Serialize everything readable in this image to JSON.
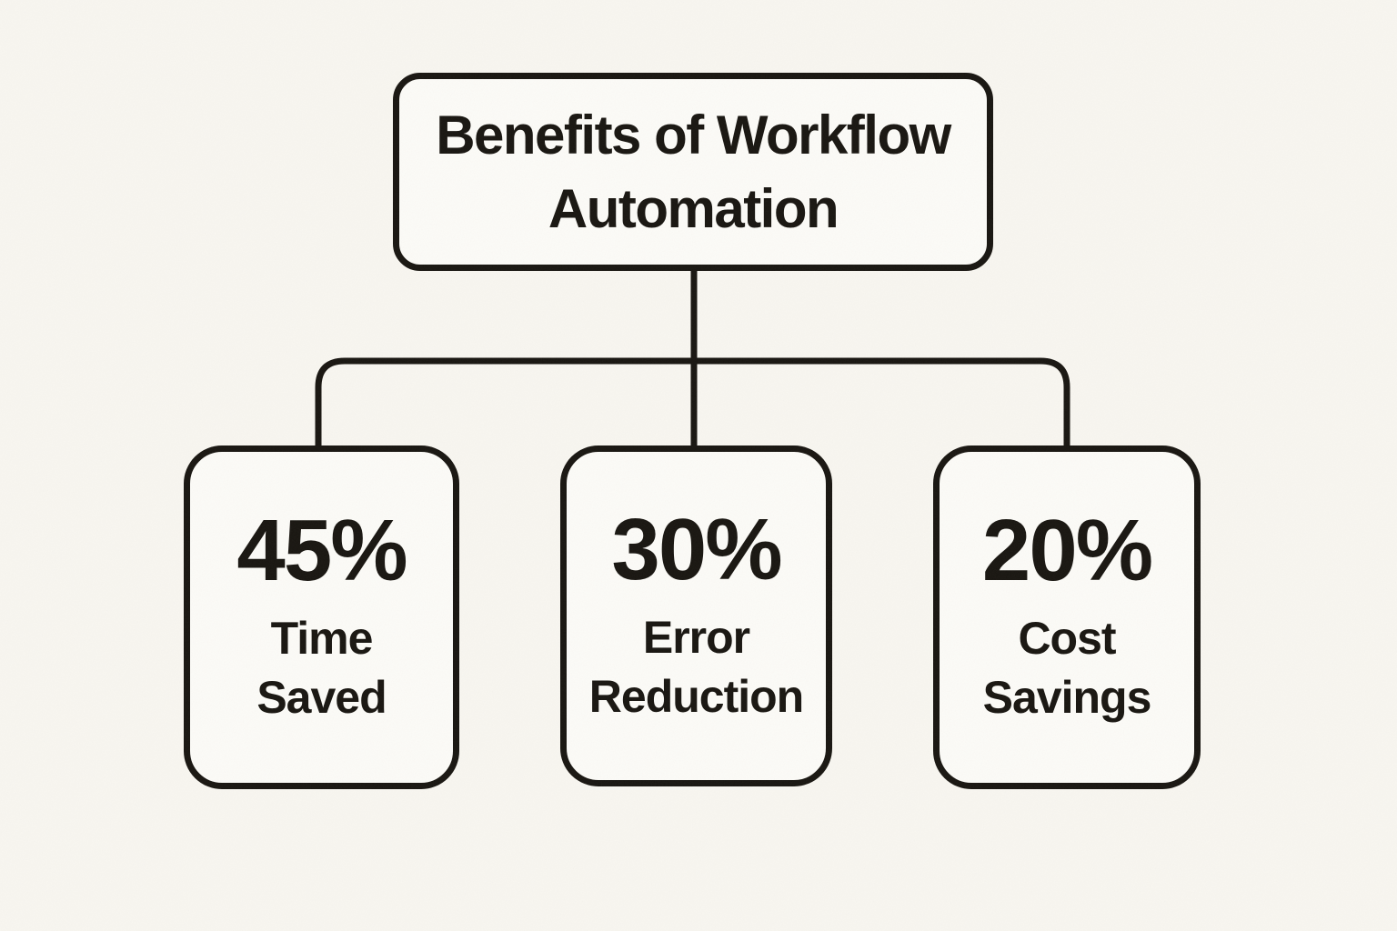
{
  "diagram": {
    "title": "Benefits of Workflow Automation",
    "benefits": [
      {
        "value": "45%",
        "label": "Time Saved"
      },
      {
        "value": "30%",
        "label": "Error Reduction"
      },
      {
        "value": "20%",
        "label": "Cost Savings"
      }
    ],
    "colors": {
      "background": "#f8f6f0",
      "node_fill": "#fcfbf7",
      "stroke": "#181510",
      "text": "#181510"
    }
  }
}
